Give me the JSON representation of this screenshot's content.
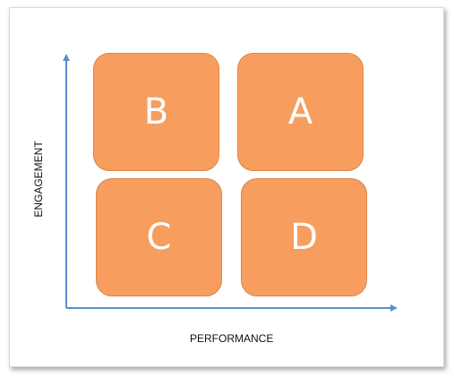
{
  "axes": {
    "x_label": "PERFORMANCE",
    "y_label": "ENGAGEMENT",
    "color": "#5b8fc9"
  },
  "quadrants": {
    "top_left": "B",
    "top_right": "A",
    "bottom_left": "C",
    "bottom_right": "D",
    "fill_color": "#f79e5f",
    "border_color": "#d9864a"
  }
}
